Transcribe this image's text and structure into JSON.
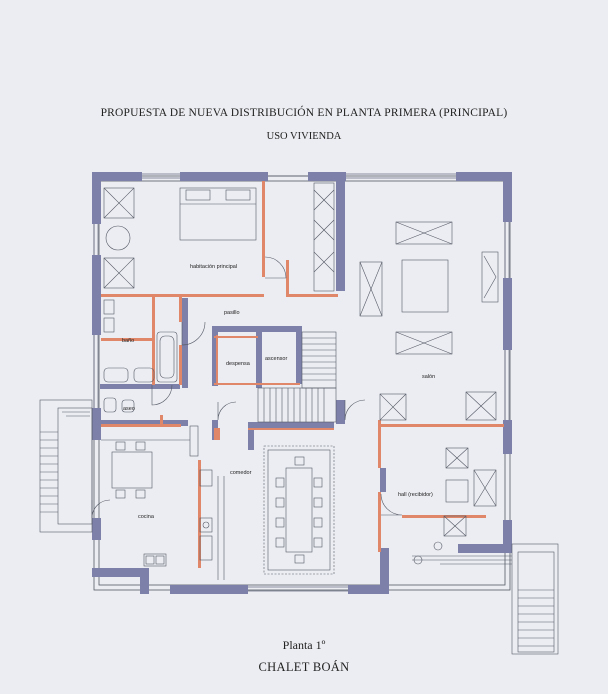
{
  "title_line1": "PROPUESTA DE NUEVA DISTRIBUCIÓN EN PLANTA PRIMERA (PRINCIPAL)",
  "title_line2": "USO VIVIENDA",
  "plan_name": "Planta 1º",
  "project_name": "CHALET BOÁN",
  "colors": {
    "background": "#ecedf2",
    "wall": "#7d80a8",
    "partition": "#e0876a",
    "line": "#555a66"
  },
  "rooms": {
    "master_bedroom": "habitación principal",
    "corridor": "pasillo",
    "bathroom": "baño",
    "toilet": "aseo",
    "pantry": "despensa",
    "elevator": "ascensor",
    "living_room": "salón",
    "dining_room": "comedor",
    "kitchen": "cocina",
    "hall": "hall (recibidor)"
  }
}
